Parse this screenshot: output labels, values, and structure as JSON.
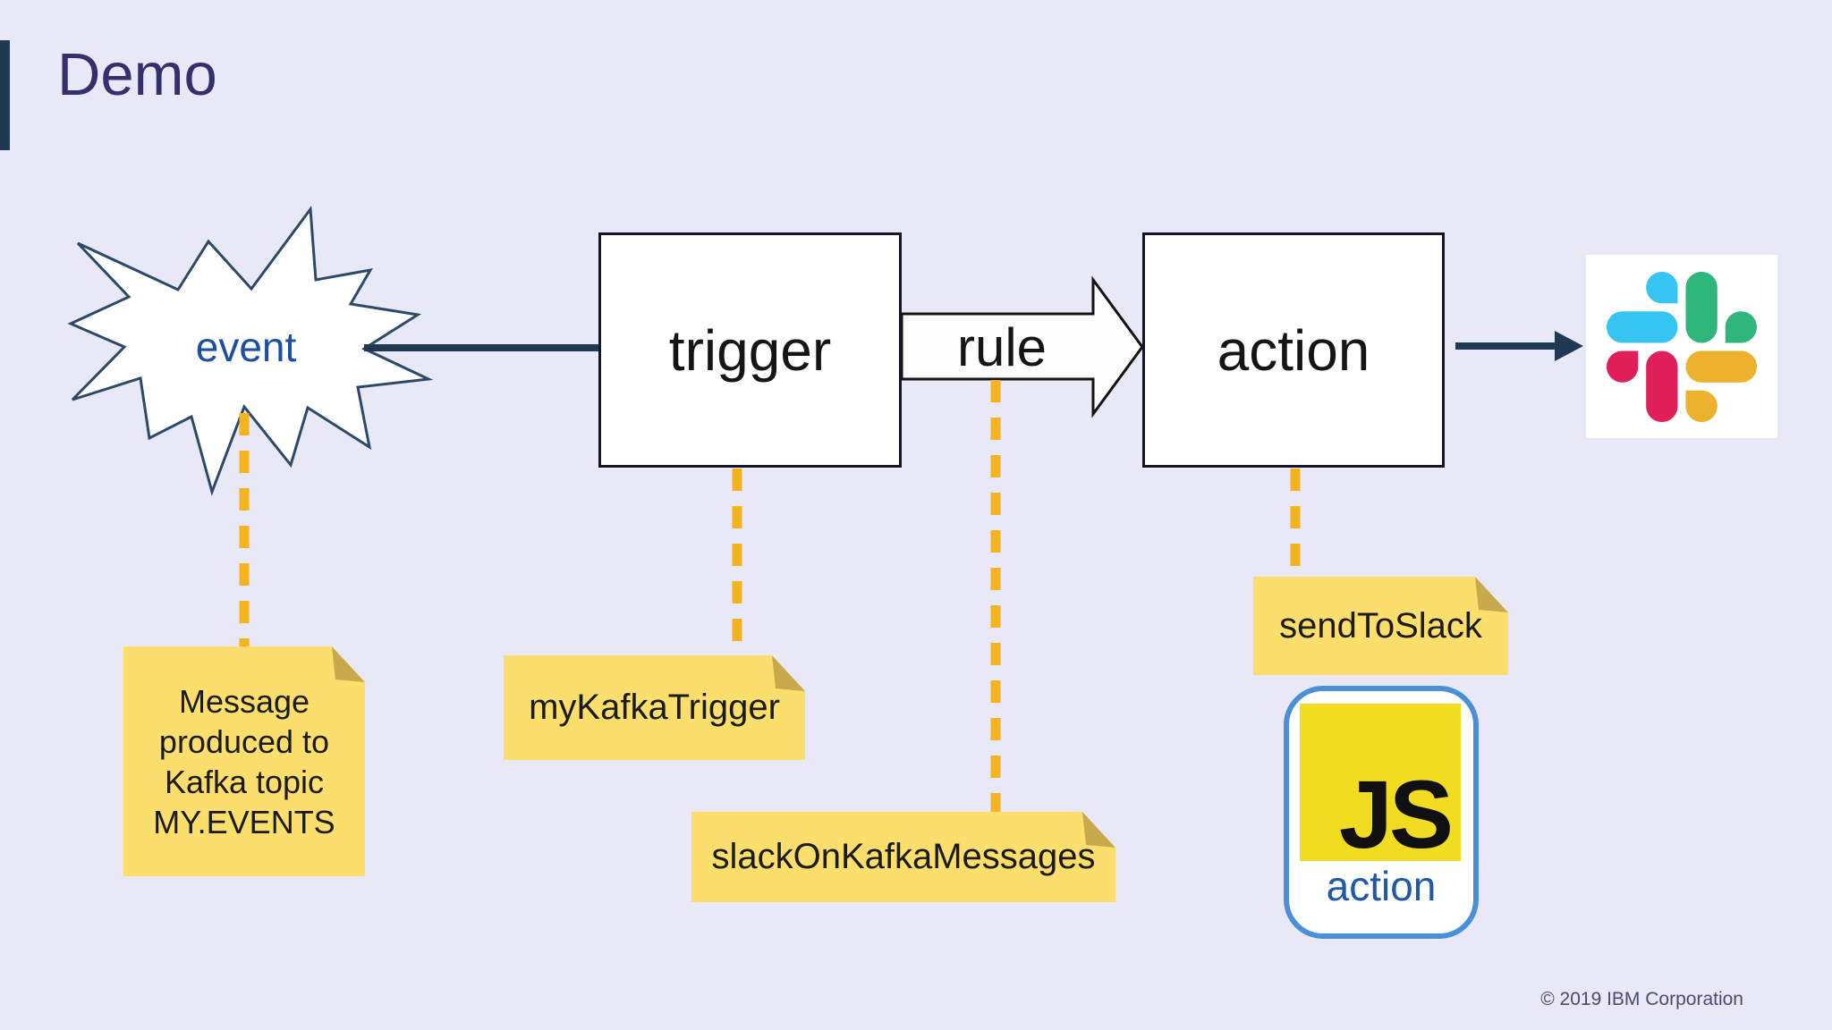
{
  "slide": {
    "title": "Demo",
    "copyright": "© 2019 IBM Corporation"
  },
  "flow": {
    "event": "event",
    "trigger": "trigger",
    "rule": "rule",
    "action": "action"
  },
  "notes": {
    "event": "Message produced to Kafka topic MY.EVENTS",
    "trigger": "myKafkaTrigger",
    "rule": "slackOnKafkaMessages",
    "action": "sendToSlack"
  },
  "js_card": {
    "logo": "JS",
    "label": "action"
  },
  "icons": {
    "slack": "slack-logo",
    "event_shape": "starburst",
    "rule_shape": "block-arrow-right"
  },
  "colors": {
    "background": "#E8E8F6",
    "accent_navy": "#1F3A52",
    "title_purple": "#34306E",
    "event_text_blue": "#1D4FA1",
    "box_border": "#15152A",
    "note_yellow": "#FBDE6B",
    "note_fold": "#C8A94B",
    "connector_gold": "#F5B41F",
    "js_yellow": "#F2DC22",
    "js_label_blue": "#1E5AA5",
    "slack_blue": "#36C5F0",
    "slack_green": "#2EB67D",
    "slack_red": "#E01E5A",
    "slack_yellow": "#ECB22E"
  }
}
